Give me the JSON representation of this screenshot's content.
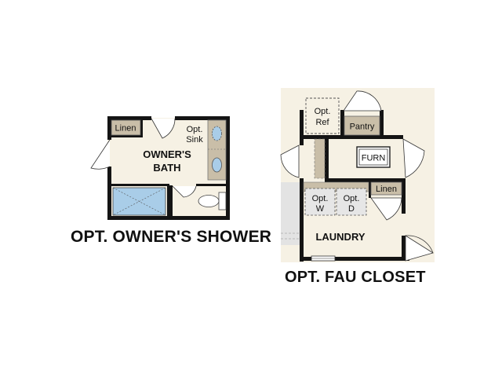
{
  "plans": {
    "shower": {
      "caption": "OPT. OWNER'S SHOWER",
      "labels": {
        "linen": "Linen",
        "sink_line1": "Opt.",
        "sink_line2": "Sink",
        "room_line1": "OWNER'S",
        "room_line2": "BATH"
      }
    },
    "fau": {
      "caption": "OPT. FAU CLOSET",
      "labels": {
        "ref_line1": "Opt.",
        "ref_line2": "Ref",
        "pantry": "Pantry",
        "furn": "FURN",
        "linen": "Linen",
        "washer_line1": "Opt.",
        "washer_line2": "W",
        "dryer_line1": "Opt.",
        "dryer_line2": "D",
        "room": "LAUNDRY"
      }
    }
  },
  "colors": {
    "floor": "#f6f1e4",
    "wall": "#141414",
    "counter": "#c9bea8",
    "shower_fill": "#a9cde8"
  }
}
